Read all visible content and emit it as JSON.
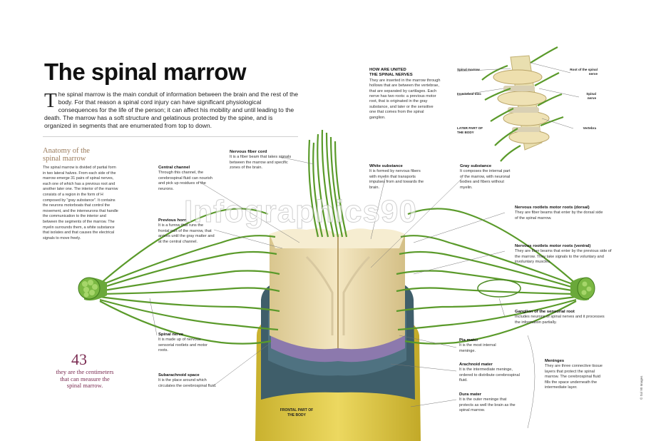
{
  "title": "The spinal marrow",
  "intro": {
    "dropcap": "T",
    "text": "he spinal marrow is the main conduit of information between the brain and the rest of the body. For that reason a spinal cord injury can have significant physiological consequences for the life of the person; it can affect his mobility and until leading to the death. The marrow has a soft structure and gelatinous protected by the spine, and is organized in segments that are enumerated from top to down."
  },
  "anatomy": {
    "title_line1": "Anatomy of the",
    "title_line2": "spinal marrow",
    "body": "The spinal marrow is divided of partial form in two lateral halves. From each side of the marrow emerge 31 pairs of spinal nerves, each one of which has a previous root and another later one. The interior of the marrow consists of a region in the form of H composed by \"gray substance\". It contains the neurons motorboats that control the movement, and the interneurons that handle the communication to the interior and between the segments of the marrow. The myelin surrounds them, a white substance that isolates and that causes the electrical signals to move freely."
  },
  "stat": {
    "number": "43",
    "text": "they are the centimeters that can measure the spinal marrow."
  },
  "how": {
    "title_line1": "HOW ARE UNITED",
    "title_line2": "THE SPINAL NERVES",
    "body": "They are inserted in the marrow through hollows that are between the vertebrae, that are separated by cartilages. Each nerve has two roots: a previous motor root, that is originated in the gray substance, and later or the sensitive one that comes from the spinal ganglion."
  },
  "spine_labels": {
    "spinal_marrow": "Spinal marrow",
    "intervertebral_disc": "Invertebral disc",
    "later_part": "LATER PART OF THE BODY",
    "root": "Root of the spinal nerve",
    "spinal_nerve": "Spinal nerve",
    "vertebra": "Vertebra"
  },
  "labels": {
    "nervous_fiber_cord": {
      "title": "Nervous fiber cord",
      "text": "It is a fiber beam that takes signals between the marrow and specific zones of the brain."
    },
    "central_channel": {
      "title": "Central channel",
      "text": "Through this channel, the cerebrospinal fluid can nourish and pick up residues of the neurons."
    },
    "previous_horn": {
      "title": "Previous horn",
      "text": "It is a furrow that runs the frontal part of the marrow, that arrives until the gray matter and at the central channel."
    },
    "white_substance": {
      "title": "White substance",
      "text": "It is formed by nervous fibers with myelin that transports impulses from and towards the brain."
    },
    "gray_substance": {
      "title": "Gray substance",
      "text": "It composes the internal part of the marrow, with neuronal bodies and fibers without myelin."
    },
    "dorsal_roots": {
      "title": "Nervous rootlets motor roots (dorsal)",
      "text": "They are fiber beams that enter by the dorsal side of the spinal marrow."
    },
    "ventral_roots": {
      "title": "Nervous rootlets motor roots (ventral)",
      "text": "They are fiber beams that enter by the previous side of the marrow. They take signals to the voluntary and involuntary muscles."
    },
    "ganglion": {
      "title": "Ganglion of the sensorial root",
      "text": "Includes neurons of spinal nerves and it processes the information partially."
    },
    "spinal_nerve": {
      "title": "Spinal nerve",
      "text": "It is made up of nervous sensorial rootlets and motor roots."
    },
    "subarachnoid": {
      "title": "Subarachnoid space",
      "text": "It is the place around which circulates the cerebrospinal fluid."
    },
    "pia_mater": {
      "title": "Pia mater",
      "text": "It is the most internal meninge."
    },
    "arachnoid": {
      "title": "Arachnoid mater",
      "text": "It is the intermediate meninge, ordered to distribute cerebrospinal fluid."
    },
    "dura_mater": {
      "title": "Dura mater",
      "text": "It is the outer meninge that protects as well the brain as the spinal marrow."
    },
    "meninges": {
      "title": "Meninges",
      "text": "They are three connective tissue layers that protect the spinal marrow. The cerebrospinal fluid fills the space underneath the intermediate layer."
    },
    "frontal_part": "FRONTAL PART OF THE BODY"
  },
  "watermark": "Infographics90",
  "credit": "© Sol 90 Images",
  "colors": {
    "nerve": "#5a9a2a",
    "nerve_light": "#8cc84a",
    "white_matter": "#efe0b4",
    "pia": "#8c79ad",
    "arachnoid": "#3f5e6a",
    "dura": "#e4cf4c"
  }
}
